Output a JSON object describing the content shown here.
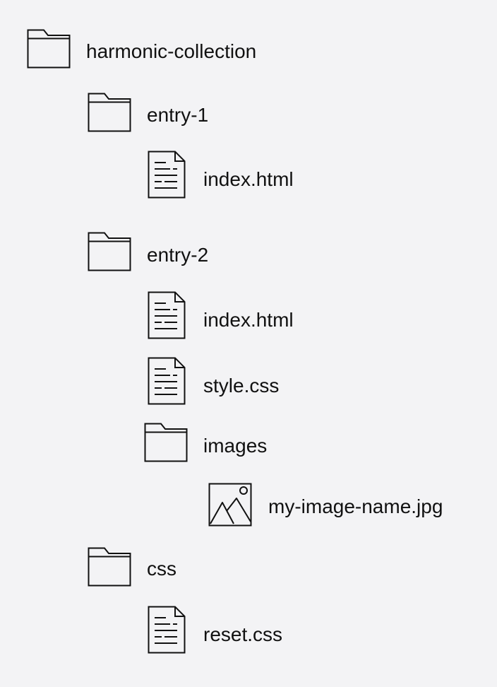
{
  "tree": {
    "root": {
      "label": "harmonic-collection",
      "icon": "folder-icon"
    },
    "entry1": {
      "label": "entry-1",
      "icon": "folder-icon",
      "files": [
        {
          "label": "index.html",
          "icon": "file-icon"
        }
      ]
    },
    "entry2": {
      "label": "entry-2",
      "icon": "folder-icon",
      "files": [
        {
          "label": "index.html",
          "icon": "file-icon"
        },
        {
          "label": "style.css",
          "icon": "file-icon"
        }
      ],
      "images": {
        "label": "images",
        "icon": "folder-icon",
        "files": [
          {
            "label": "my-image-name.jpg",
            "icon": "image-icon"
          }
        ]
      }
    },
    "css": {
      "label": "css",
      "icon": "folder-icon",
      "files": [
        {
          "label": "reset.css",
          "icon": "file-icon"
        }
      ]
    }
  }
}
